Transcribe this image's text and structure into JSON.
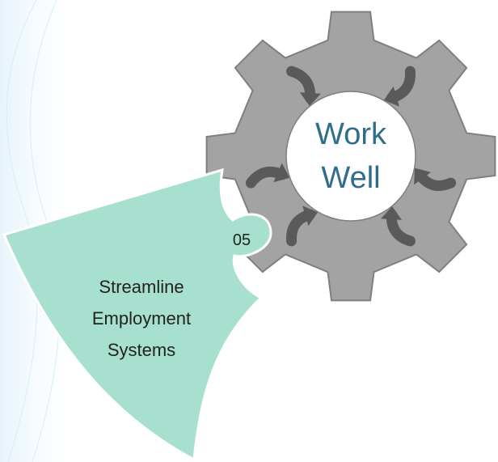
{
  "gear": {
    "line1": "Work",
    "line2": "Well",
    "text_color": "#2e6e8c",
    "gear_fill": "#a3a3a3",
    "gear_stroke": "#7f7f7f",
    "hub_fill": "#ffffff",
    "arrow_color": "#5a5a5a"
  },
  "piece": {
    "number": "05",
    "line1": "Streamline",
    "line2": "Employment",
    "line3": "Systems",
    "fill": "#a8e0d0",
    "stroke": "#ffffff",
    "text_color": "#222222"
  }
}
